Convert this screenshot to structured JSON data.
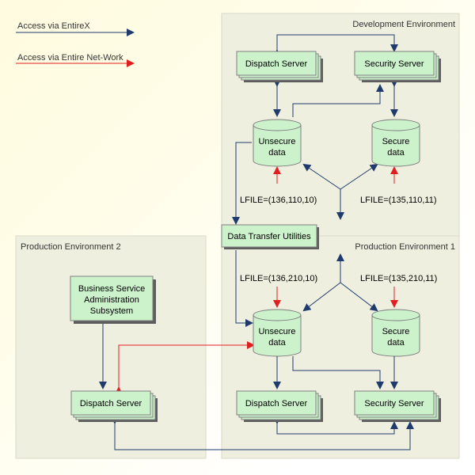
{
  "legend": {
    "entirex": "Access via EntireX",
    "netwrk": "Access via Entire Net-Work"
  },
  "environments": {
    "dev": "Development Environment",
    "prod1": "Production Environment 1",
    "prod2": "Production Environment 2"
  },
  "nodes": {
    "dev_dispatch": "Dispatch Server",
    "dev_security": "Security Server",
    "dev_unsecure_1": "Unsecure",
    "dev_unsecure_2": "data",
    "dev_secure_1": "Secure",
    "dev_secure_2": "data",
    "dtu": "Data Transfer Utilities",
    "p1_unsecure_1": "Unsecure",
    "p1_unsecure_2": "data",
    "p1_secure_1": "Secure",
    "p1_secure_2": "data",
    "p1_dispatch": "Dispatch Server",
    "p1_security": "Security Server",
    "bsas_1": "Business Service",
    "bsas_2": "Administration",
    "bsas_3": "Subsystem",
    "p2_dispatch": "Dispatch Server"
  },
  "lfile": {
    "dev_unsecure": "LFILE=(136,110,10)",
    "dev_secure": "LFILE=(135,110,11)",
    "p1_unsecure": "LFILE=(136,210,10)",
    "p1_secure": "LFILE=(135,210,11)"
  },
  "colors": {
    "entirex": "#1f3b6e",
    "netwrk": "#e02020",
    "node_fill": "#ccf2cc",
    "env_fill": "#efefdf"
  }
}
